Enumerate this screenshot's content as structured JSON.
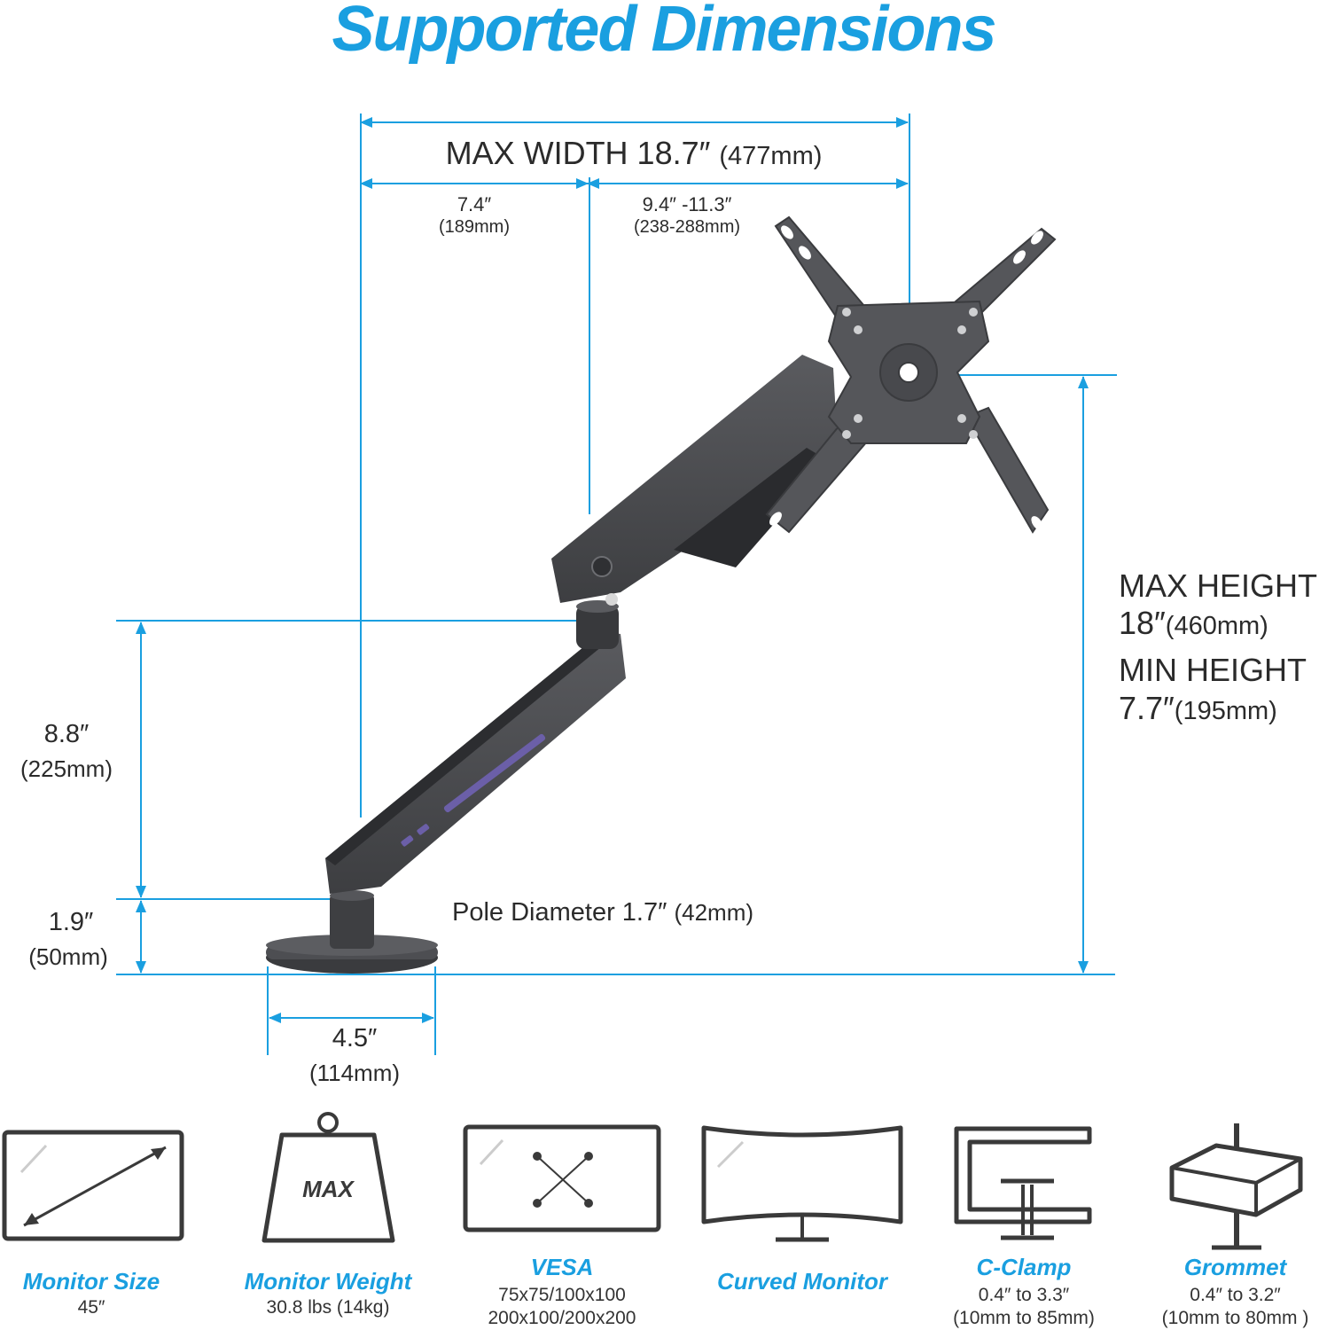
{
  "title": "Supported Dimensions",
  "colors": {
    "accent": "#1a9fe0",
    "arm": "#4a4b4e",
    "icon_stroke": "#3a3a3a"
  },
  "dimensions": {
    "max_width": {
      "value": "MAX WIDTH 18.7″",
      "metric": "(477mm)"
    },
    "seg_a": {
      "value": "7.4″",
      "metric": "(189mm)"
    },
    "seg_b": {
      "value": "9.4″ -11.3″",
      "metric": "(238-288mm)"
    },
    "max_height": {
      "label": "MAX HEIGHT",
      "value": "18″",
      "metric": "(460mm)"
    },
    "min_height": {
      "label": "MIN HEIGHT",
      "value": "7.7″",
      "metric": "(195mm)"
    },
    "arm_height": {
      "value": "8.8″",
      "metric": "(225mm)"
    },
    "base_height": {
      "value": "1.9″",
      "metric": "(50mm)"
    },
    "pole": {
      "label": "Pole Diameter 1.7″",
      "metric": "(42mm)"
    },
    "base_width": {
      "value": "4.5″",
      "metric": "(114mm)"
    }
  },
  "features": [
    {
      "icon": "monitor-size-icon",
      "title": "Monitor Size",
      "lines": [
        "45″"
      ]
    },
    {
      "icon": "weight-icon",
      "title": "Monitor Weight",
      "lines": [
        "30.8 lbs (14kg)"
      ],
      "icon_text": "MAX"
    },
    {
      "icon": "vesa-icon",
      "title": "VESA",
      "lines": [
        "75x75/100x100",
        "200x100/200x200"
      ]
    },
    {
      "icon": "curved-monitor-icon",
      "title": "Curved Monitor",
      "lines": []
    },
    {
      "icon": "c-clamp-icon",
      "title": "C-Clamp",
      "lines": [
        "0.4″ to 3.3″",
        "(10mm to 85mm)"
      ]
    },
    {
      "icon": "grommet-icon",
      "title": "Grommet",
      "lines": [
        "0.4″ to 3.2″",
        "(10mm to 80mm )"
      ]
    }
  ]
}
